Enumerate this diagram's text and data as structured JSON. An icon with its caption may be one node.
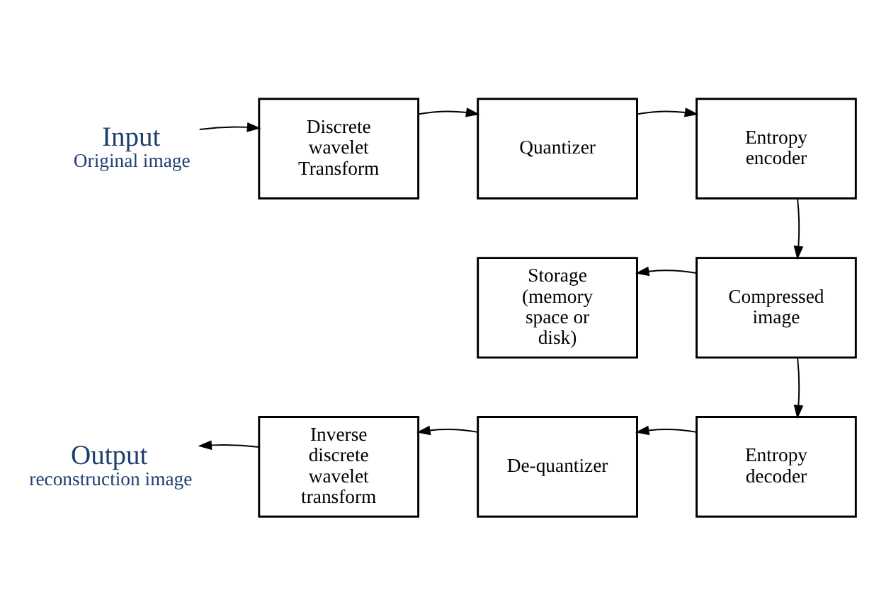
{
  "diagram": {
    "nodes": [
      {
        "text": [
          "Input",
          "Original image"
        ]
      },
      {
        "text": [
          "Discrete wavelet Transform"
        ]
      },
      {
        "text": [
          "Quantizer"
        ]
      },
      {
        "text": [
          "Entropy encoder"
        ]
      },
      {
        "text": [
          "Compressed image"
        ]
      },
      {
        "text": [
          "Storage (memory space or disk)"
        ]
      },
      {
        "text": [
          "Entropy decoder"
        ]
      },
      {
        "text": [
          "De-quantizer"
        ]
      },
      {
        "text": [
          "Inverse discrete wavelet transform"
        ]
      },
      {
        "text": [
          "Output",
          "reconstruction image"
        ]
      }
    ],
    "edges": [
      {
        "from": 0,
        "to": 1,
        "arrow": "to"
      },
      {
        "from": 1,
        "to": 2,
        "arrow": "to"
      },
      {
        "from": 2,
        "to": 3,
        "arrow": "to"
      },
      {
        "from": 3,
        "to": 4,
        "arrow": "to"
      },
      {
        "from": 4,
        "to": 5,
        "arrow": "to"
      },
      {
        "from": 4,
        "to": 6,
        "arrow": "to"
      },
      {
        "from": 6,
        "to": 7,
        "arrow": "to"
      },
      {
        "from": 7,
        "to": 8,
        "arrow": "to"
      },
      {
        "from": 8,
        "to": 9,
        "arrow": "to"
      }
    ]
  }
}
